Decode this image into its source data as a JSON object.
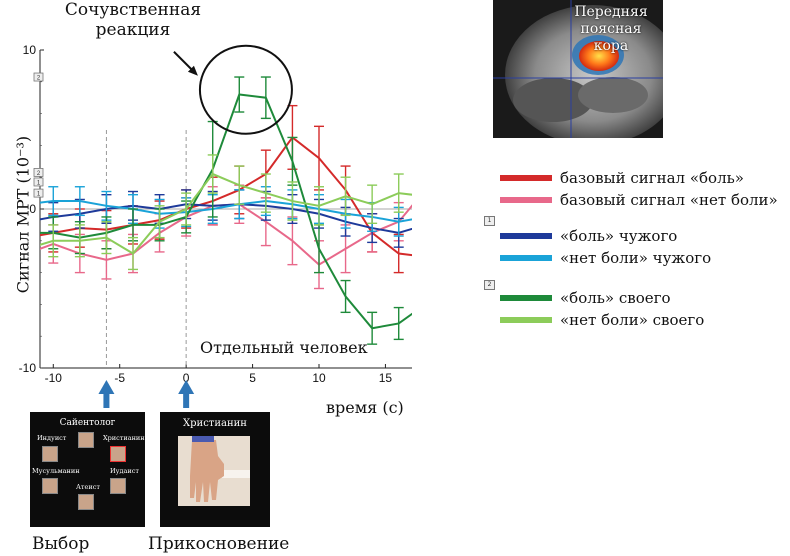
{
  "chart_data": {
    "type": "line",
    "title": "Сочувственная реакция",
    "xlabel": "время (с)",
    "ylabel": "Сигнал МРТ (10⁻³)",
    "xlim": [
      -11,
      17
    ],
    "ylim": [
      -10,
      10
    ],
    "xticks": [
      -10,
      -5,
      0,
      5,
      10,
      15
    ],
    "xtick_labels": [
      "-10",
      "-5",
      "0",
      "5",
      "10",
      "15"
    ],
    "yticks": [
      10,
      0,
      -10
    ],
    "ytick_labels": [
      "10",
      "0",
      "-10"
    ],
    "vlines": [
      -6,
      0
    ],
    "annotation": "Отдельный человек",
    "highlight_circle_center": [
      4.5,
      7.5
    ],
    "x": [
      -12,
      -10,
      -8,
      -6,
      -4,
      -2,
      0,
      2,
      4,
      6,
      8,
      10,
      12,
      14,
      16,
      18
    ],
    "series": [
      {
        "name": "базовый сигнал «боль»",
        "color": "#d42a2a",
        "values": [
          -1.8,
          -1.5,
          -1.2,
          -1.3,
          -1.0,
          -0.7,
          0.0,
          0.5,
          1.2,
          2.2,
          4.5,
          3.2,
          1.2,
          -1.5,
          -2.8,
          -3.0
        ],
        "errors": [
          1.2,
          1.2,
          1.2,
          1.2,
          1.2,
          1.2,
          1.2,
          1.5,
          1.5,
          1.5,
          2.0,
          2.0,
          1.5,
          1.2,
          1.2,
          1.2
        ]
      },
      {
        "name": "базовый сигнал «нет боли»",
        "color": "#e8688a",
        "values": [
          -2.8,
          -2.2,
          -2.8,
          -3.2,
          -2.8,
          -1.5,
          -0.5,
          0.2,
          0.3,
          -0.8,
          -2.0,
          -3.5,
          -2.5,
          -1.5,
          -0.8,
          1.2
        ],
        "errors": [
          1.2,
          1.2,
          1.2,
          1.2,
          1.2,
          1.2,
          1.2,
          1.2,
          1.2,
          1.5,
          1.5,
          1.5,
          1.5,
          1.2,
          1.2,
          1.2
        ]
      },
      {
        "name": "«боль» чужого",
        "color": "#1e3a9a",
        "values": [
          -0.8,
          -0.5,
          -0.3,
          0.0,
          0.2,
          0.0,
          0.3,
          0.2,
          0.3,
          0.2,
          0.0,
          -0.3,
          -0.8,
          -1.2,
          -1.5,
          -1.0
        ],
        "errors": [
          0.9,
          0.9,
          0.9,
          0.9,
          0.9,
          0.9,
          0.9,
          0.9,
          0.9,
          0.9,
          0.9,
          0.9,
          0.9,
          0.9,
          0.9,
          0.9
        ]
      },
      {
        "name": "«нет боли» чужого",
        "color": "#1aa3d8",
        "values": [
          0.3,
          0.5,
          0.5,
          0.2,
          0.0,
          -0.3,
          -0.2,
          0.0,
          0.3,
          0.5,
          0.3,
          0.0,
          -0.3,
          -0.5,
          -0.8,
          -0.5
        ],
        "errors": [
          0.9,
          0.9,
          0.9,
          0.9,
          0.9,
          0.9,
          0.9,
          0.9,
          0.9,
          0.9,
          0.9,
          0.9,
          0.9,
          0.9,
          0.9,
          0.9
        ]
      },
      {
        "name": "«боль» своего",
        "color": "#1e8a3a",
        "values": [
          -1.5,
          -1.5,
          -1.8,
          -1.5,
          -1.0,
          -1.0,
          -0.5,
          2.5,
          7.2,
          7.0,
          3.0,
          -2.5,
          -5.5,
          -7.5,
          -7.2,
          -6.0
        ],
        "errors": [
          1.0,
          1.0,
          1.0,
          1.0,
          1.0,
          1.0,
          1.0,
          3.0,
          1.1,
          1.3,
          1.5,
          1.5,
          1.0,
          1.0,
          1.0,
          1.0
        ]
      },
      {
        "name": "«нет боли» своего",
        "color": "#8ccc5a",
        "values": [
          -2.5,
          -2.0,
          -2.0,
          -1.8,
          -2.8,
          -0.8,
          0.0,
          2.2,
          1.5,
          1.0,
          0.5,
          0.2,
          0.8,
          0.3,
          1.0,
          0.8
        ],
        "errors": [
          1.0,
          1.0,
          1.0,
          1.0,
          1.0,
          1.0,
          1.0,
          1.2,
          1.2,
          1.2,
          1.2,
          1.2,
          1.2,
          1.2,
          1.2,
          1.2
        ]
      }
    ]
  },
  "brain": {
    "label": "Передняя поясная кора"
  },
  "legend_markers": {
    "m1": "1",
    "m2": "2"
  },
  "panels": {
    "selection": {
      "header": "Сайентолог",
      "labels": [
        "Индуист",
        "Христианин",
        "Мусульманин",
        "Иудаист",
        "Атеист"
      ],
      "caption": "Выбор"
    },
    "touch": {
      "header": "Христианин",
      "caption": "Прикосновение"
    }
  },
  "colors": {
    "arrow": "#2e75b6",
    "grid_dash": "#999999"
  }
}
